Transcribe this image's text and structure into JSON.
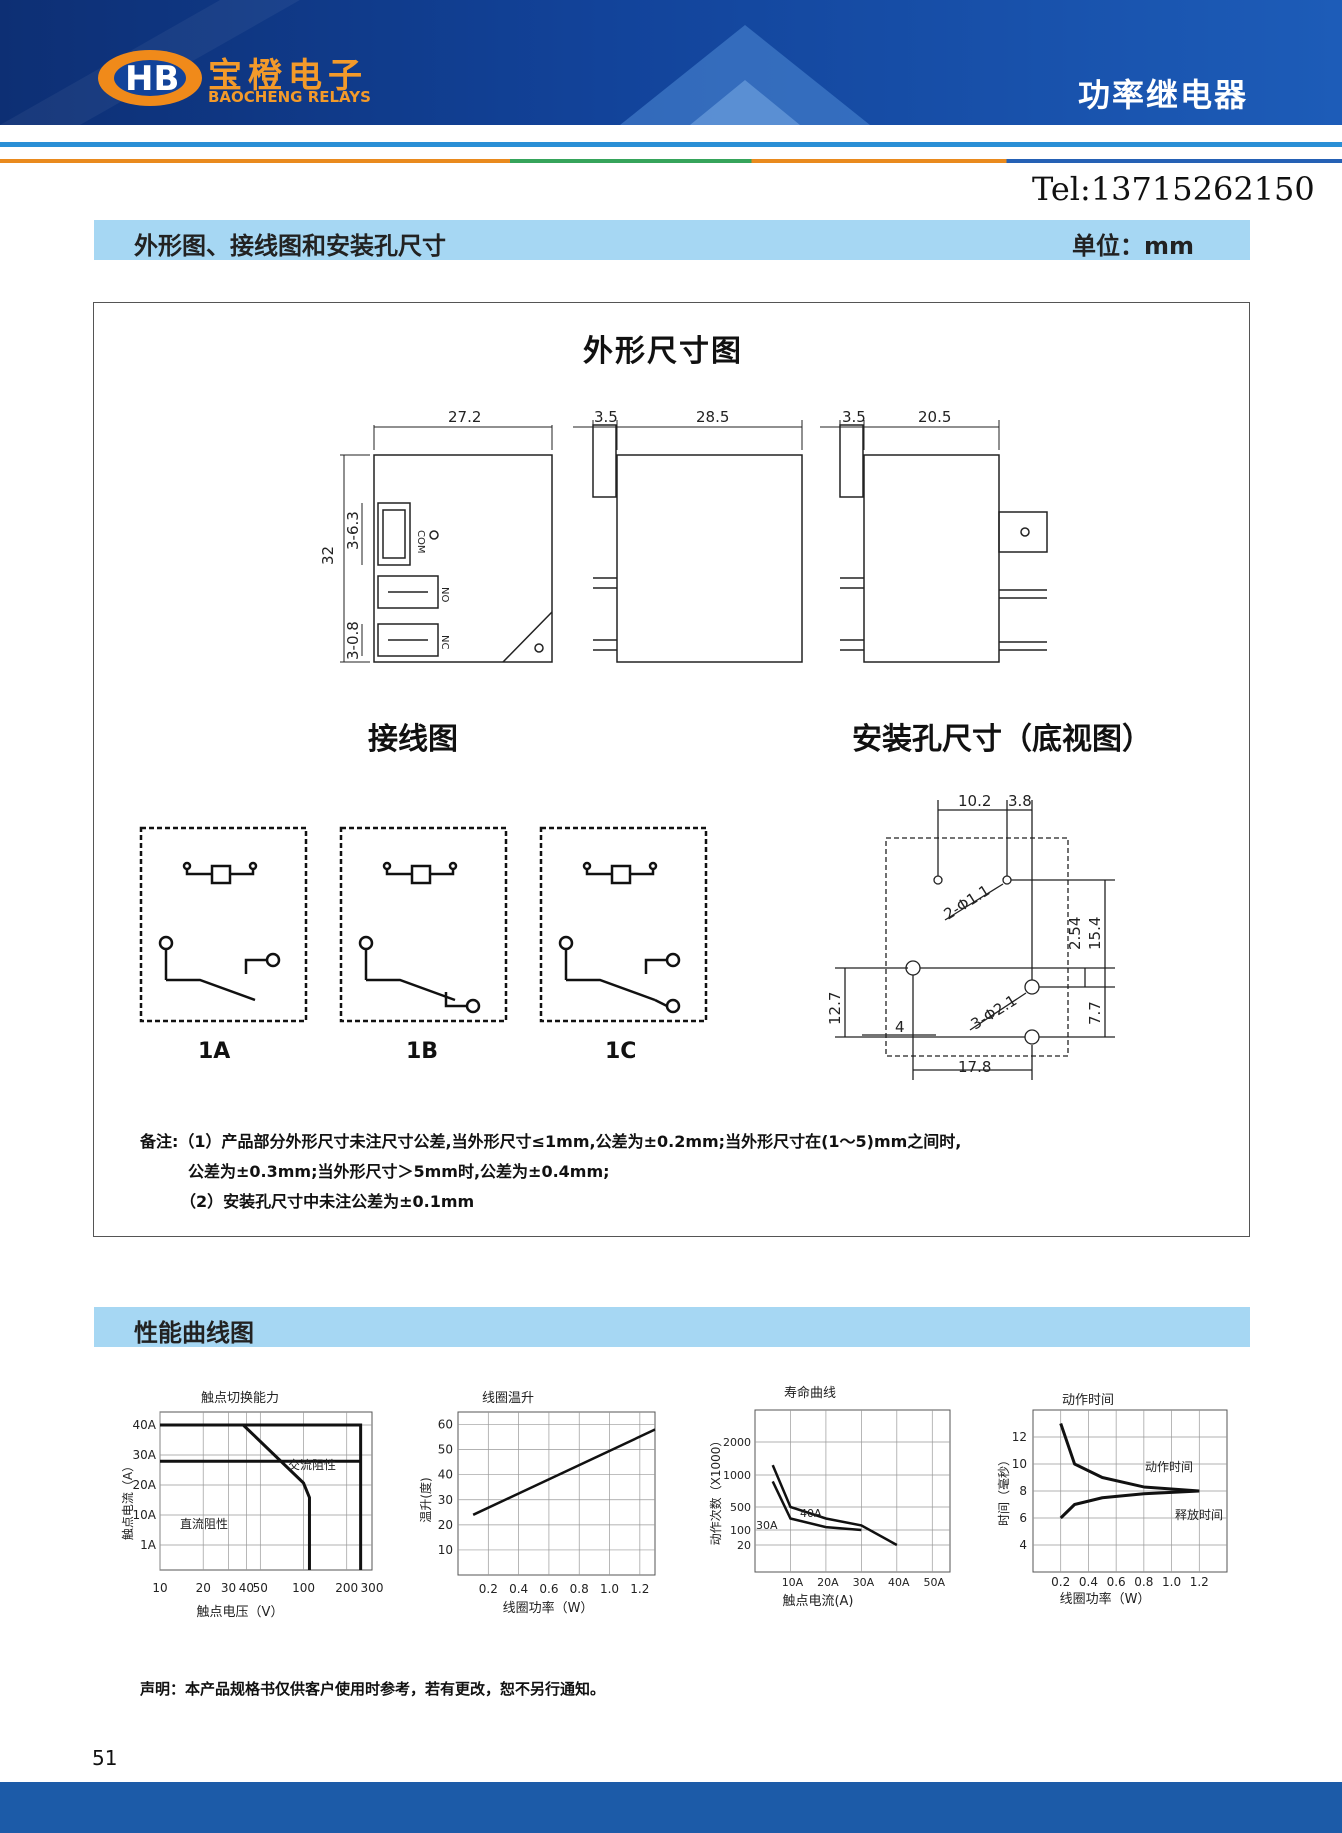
{
  "header": {
    "logo_cn": "宝橙电子",
    "logo_en": "BAOCHENG RELAYS",
    "category": "功率继电器"
  },
  "tel": "Tel:13715262150",
  "section1": {
    "title": "外形图、接线图和安装孔尺寸",
    "unit": "单位：mm"
  },
  "outline": {
    "title": "外形尺寸图",
    "dims": {
      "w1": "27.2",
      "h": "32",
      "pin_w": "3-6.3",
      "pin_t": "3-0.8",
      "w2a": "3.5",
      "w2b": "28.5",
      "w3a": "3.5",
      "w3b": "20.5"
    },
    "terminals": [
      "COM",
      "NO",
      "NC"
    ]
  },
  "wiring": {
    "title": "接线图",
    "labels": [
      "1A",
      "1B",
      "1C"
    ]
  },
  "mounting": {
    "title": "安装孔尺寸（底视图）",
    "dims": {
      "d1": "10.2",
      "d2": "3.8",
      "hole1": "2-Φ1.1",
      "d3": "2.54",
      "d4": "15.4",
      "hole2": "3-Φ2.1",
      "d5": "12.7",
      "d6": "4",
      "d7": "7.7",
      "d8": "17.8"
    }
  },
  "notes": {
    "line1": "备注:（1）产品部分外形尺寸未注尺寸公差,当外形尺寸≤1mm,公差为±0.2mm;当外形尺寸在(1～5)mm之间时,",
    "line2": "公差为±0.3mm;当外形尺寸＞5mm时,公差为±0.4mm;",
    "line3": "（2）安装孔尺寸中未注公差为±0.1mm"
  },
  "section2": {
    "title": "性能曲线图"
  },
  "chart_data": [
    {
      "type": "line",
      "title": "触点切换能力",
      "xlabel": "触点电压（V）",
      "ylabel": "触点电流（A）",
      "x_ticks": [
        "10",
        "20",
        "30",
        "40",
        "50",
        "100",
        "200",
        "300"
      ],
      "y_ticks": [
        "1A",
        "10A",
        "20A",
        "30A",
        "40A"
      ],
      "annotations": [
        "交流阻性",
        "直流阻性"
      ],
      "series": [
        {
          "name": "交流阻性",
          "points": [
            [
              10,
              40
            ],
            [
              250,
              40
            ],
            [
              250,
              0
            ]
          ]
        },
        {
          "name": "直流阻性",
          "points": [
            [
              10,
              30
            ],
            [
              250,
              30
            ]
          ]
        },
        {
          "name": "直流阻性",
          "points": [
            [
              38,
              40
            ],
            [
              100,
              24
            ],
            [
              110,
              20
            ],
            [
              110,
              0
            ]
          ]
        }
      ]
    },
    {
      "type": "line",
      "title": "线圈温升",
      "xlabel": "线圈功率（W）",
      "ylabel": "温升(度)",
      "x_ticks": [
        "0.2",
        "0.4",
        "0.6",
        "0.8",
        "1.0",
        "1.2"
      ],
      "y_ticks": [
        "10",
        "20",
        "30",
        "40",
        "50",
        "60"
      ],
      "series": [
        {
          "x": [
            0.1,
            1.3
          ],
          "y": [
            24,
            58
          ]
        }
      ]
    },
    {
      "type": "line",
      "title": "寿命曲线",
      "xlabel": "触点电流(A)",
      "ylabel": "动作次数（X1000）",
      "x_ticks": [
        "10A",
        "20A",
        "30A",
        "40A",
        "50A"
      ],
      "y_ticks": [
        "20",
        "100",
        "500",
        "1000",
        "2000"
      ],
      "annotations": [
        "40A",
        "30A"
      ],
      "series": [
        {
          "name": "40A",
          "x": [
            5,
            10,
            20,
            30,
            40
          ],
          "y": [
            1300,
            500,
            300,
            180,
            20
          ]
        },
        {
          "name": "30A",
          "x": [
            5,
            10,
            20,
            30
          ],
          "y": [
            900,
            300,
            150,
            100
          ]
        }
      ]
    },
    {
      "type": "line",
      "title": "动作时间",
      "xlabel": "线圈功率（W）",
      "ylabel": "时间（毫秒）",
      "x_ticks": [
        "0.2",
        "0.4",
        "0.6",
        "0.8",
        "1.0",
        "1.2"
      ],
      "y_ticks": [
        "4",
        "6",
        "8",
        "10",
        "12"
      ],
      "annotations": [
        "动作时间",
        "释放时间"
      ],
      "series": [
        {
          "name": "动作时间",
          "x": [
            0.2,
            0.3,
            0.5,
            0.8,
            1.2
          ],
          "y": [
            13,
            10,
            9,
            8.3,
            8
          ]
        },
        {
          "name": "释放时间",
          "x": [
            0.2,
            0.3,
            0.5,
            0.8,
            1.2
          ],
          "y": [
            6,
            7,
            7.5,
            7.8,
            8
          ]
        }
      ]
    }
  ],
  "disclaimer": "声明：本产品规格书仅供客户使用时参考，若有更改，恕不另行通知。",
  "page_number": "51"
}
